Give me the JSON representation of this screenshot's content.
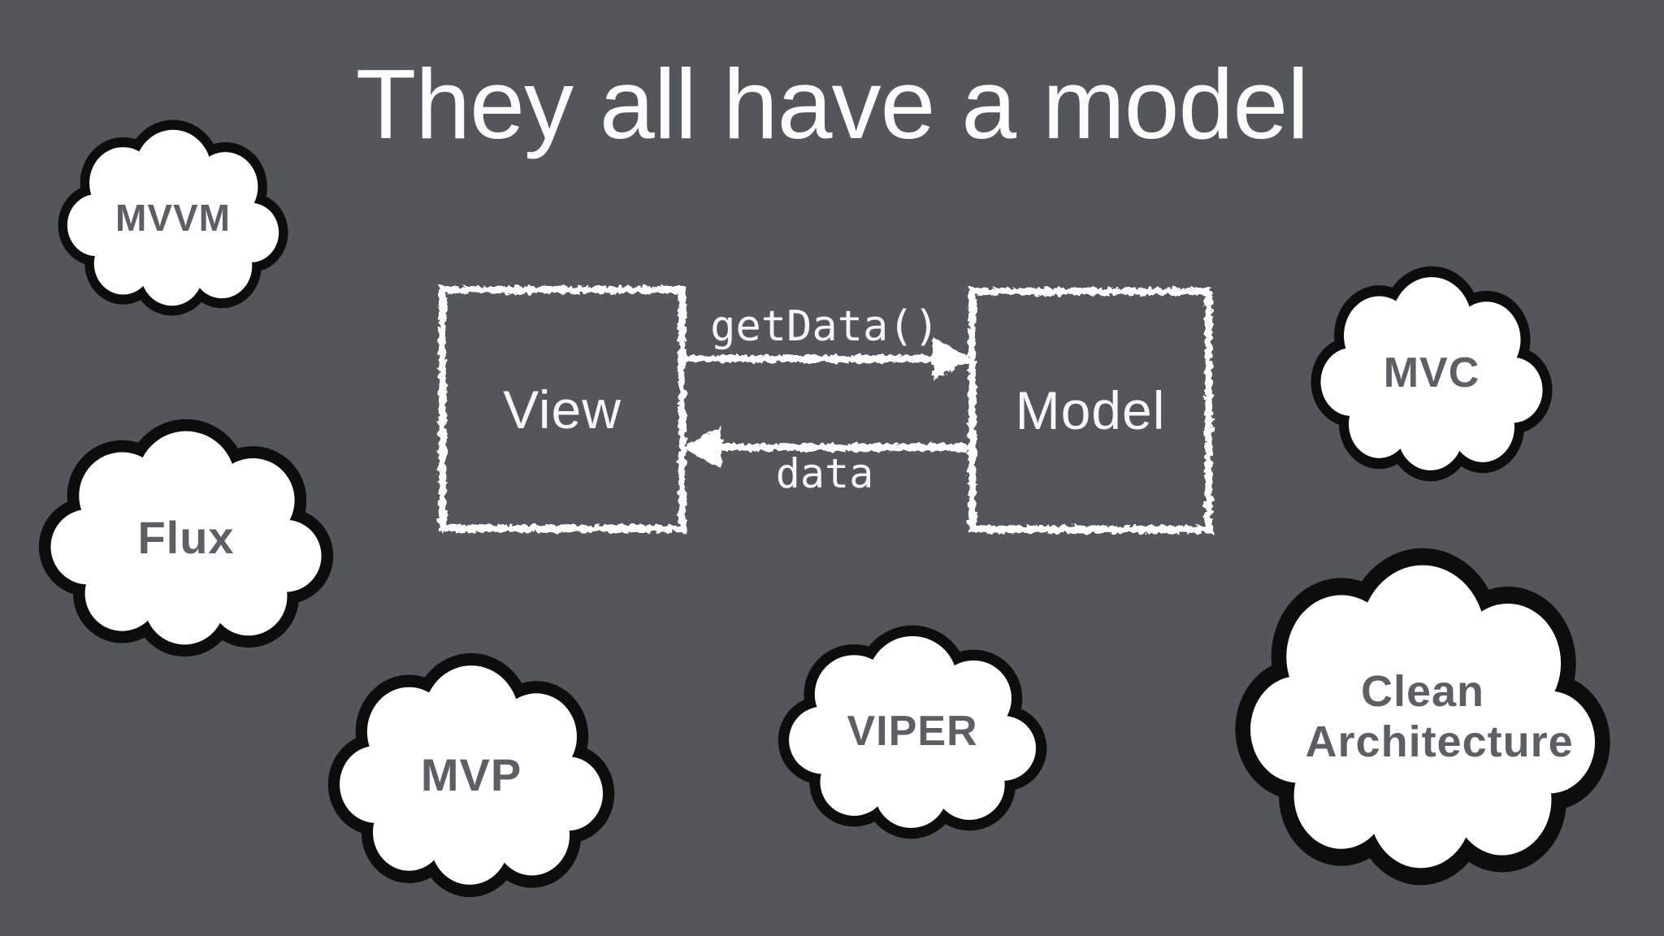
{
  "slide": {
    "title": "They all have a model"
  },
  "diagram": {
    "view_label": "View",
    "model_label": "Model",
    "request_label": "getData()",
    "response_label": "data"
  },
  "clouds": [
    {
      "label": "MVVM"
    },
    {
      "label": "Flux"
    },
    {
      "label": "MVP"
    },
    {
      "label": "VIPER"
    },
    {
      "label": "MVC"
    },
    {
      "label": "Clean Architecture"
    }
  ],
  "colors": {
    "background": "#53575c",
    "chalk_white": "#ffffff",
    "cloud_fill": "#ffffff",
    "cloud_outline": "#0d0d0d",
    "cloud_text": "#5c6064",
    "title_text": "#fcfcfc"
  }
}
